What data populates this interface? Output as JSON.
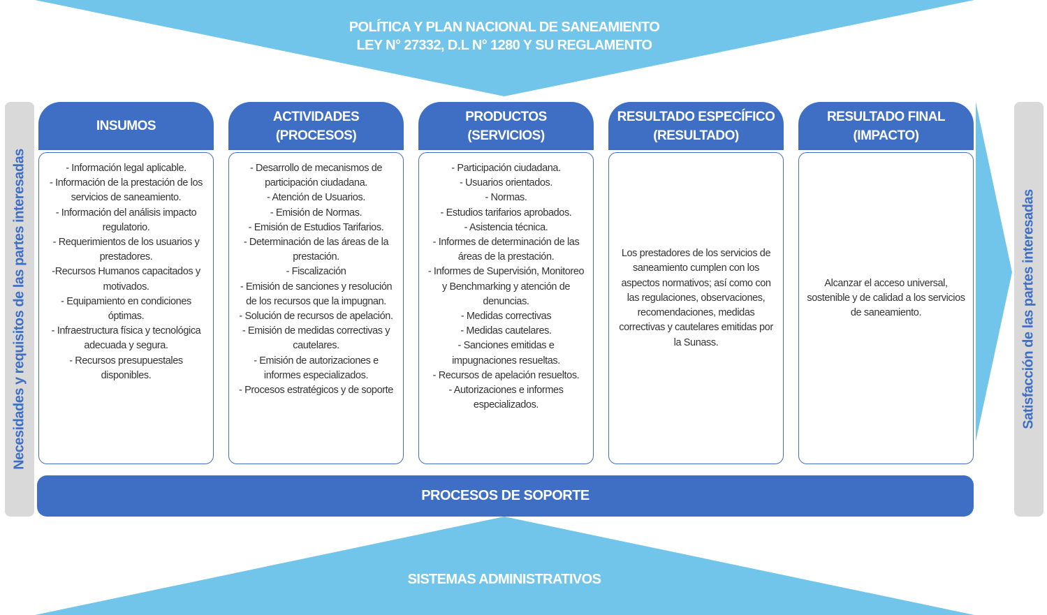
{
  "top": {
    "line1": "POLÍTICA Y PLAN NACIONAL DE SANEAMIENTO",
    "line2": "LEY N° 27332, D.L N° 1280 Y SU REGLAMENTO"
  },
  "bottom": {
    "label": "SISTEMAS ADMINISTRATIVOS"
  },
  "left_side": "Necesidades y requisitos de las partes interesadas",
  "right_side": "Satisfacción de las partes interesadas",
  "support": "PROCESOS DE SOPORTE",
  "columns": [
    {
      "title": "INSUMOS",
      "items": [
        "- Información legal aplicable.",
        "- Información de la prestación de los servicios de saneamiento.",
        "- Información del análisis impacto regulatorio.",
        "- Requerimientos de los usuarios y prestadores.",
        "-Recursos Humanos capacitados y motivados.",
        "- Equipamiento en condiciones óptimas.",
        "- Infraestructura física y tecnológica adecuada y segura.",
        "- Recursos presupuestales disponibles."
      ]
    },
    {
      "title": "ACTIVIDADES\n(PROCESOS)",
      "items": [
        "- Desarrollo de mecanismos de participación ciudadana.",
        "- Atención de Usuarios.",
        "- Emisión de Normas.",
        "- Emisión de Estudios Tarifarios.",
        "- Determinación de las áreas de la prestación.",
        "- Fiscalización",
        "- Emisión de sanciones y resolución de los recursos que la impugnan.",
        "- Solución de recursos de apelación.",
        "- Emisión de medidas correctivas y cautelares.",
        "- Emisión de autorizaciones e informes especializados.",
        "- Procesos estratégicos y de soporte"
      ]
    },
    {
      "title": "PRODUCTOS\n(SERVICIOS)",
      "items": [
        "- Participación ciudadana.",
        "- Usuarios orientados.",
        "- Normas.",
        "- Estudios tarifarios aprobados.",
        "- Asistencia técnica.",
        "- Informes de determinación de las áreas de la prestación.",
        "- Informes de Supervisión, Monitoreo y Benchmarking y atención de denuncias.",
        "- Medidas correctivas",
        "- Medidas cautelares.",
        "- Sanciones emitidas e impugnaciones resueltas.",
        "- Recursos de apelación resueltos.",
        "- Autorizaciones e informes especializados."
      ]
    },
    {
      "title": "RESULTADO ESPECÍFICO\n(RESULTADO)",
      "items": [
        "Los prestadores de los servicios de saneamiento cumplen con los aspectos normativos; así como con las regulaciones, observaciones, recomendaciones, medidas correctivas y cautelares emitidas por la Sunass."
      ]
    },
    {
      "title": "RESULTADO FINAL\n(IMPACTO)",
      "items": [
        "Alcanzar el acceso universal, sostenible y de calidad a los servicios de saneamiento."
      ]
    }
  ],
  "colors": {
    "light_blue": "#72c5ea",
    "dark_blue": "#3f6fc4",
    "gray": "#d9d9d9"
  }
}
